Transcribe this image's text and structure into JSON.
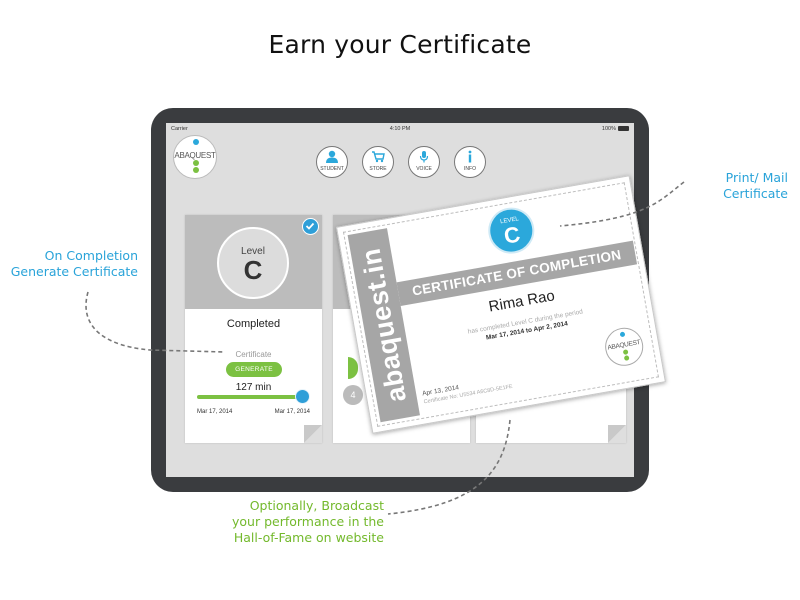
{
  "page": {
    "title": "Earn your Certificate"
  },
  "status_bar": {
    "carrier": "Carrier",
    "time": "4:10 PM",
    "battery": "100%"
  },
  "logo": {
    "text": "ABAQUEST"
  },
  "nav": [
    {
      "label": "STUDENT",
      "icon": "student-icon"
    },
    {
      "label": "STORE",
      "icon": "cart-icon"
    },
    {
      "label": "VOICE",
      "icon": "microphone-icon"
    },
    {
      "label": "INFO",
      "icon": "info-icon"
    }
  ],
  "level_card": {
    "level_label": "Level",
    "level_letter": "C",
    "status": "Completed",
    "certificate_label": "Certificate",
    "generate_label": "GENERATE",
    "minutes": "127 min",
    "start_date": "Mar 17, 2014",
    "end_date": "Mar 17, 2014",
    "progress": 1.0
  },
  "second_card": {
    "circle_text": "4"
  },
  "certificate": {
    "badge_label": "LEVEL",
    "badge_letter": "C",
    "title": "CERTIFICATE OF COMPLETION",
    "brand": "abaquest.in",
    "name": "Rima Rao",
    "description": "has completed Level C during the period",
    "period": "Mar 17, 2014 to Apr 2, 2014",
    "date": "Apr 13, 2014",
    "number": "Certificate No: U5534 A6C8D-5E1FE",
    "logo_text": "ABAQUEST"
  },
  "annotations": {
    "left_line1": "On Completion",
    "left_line2": "Generate Certificate",
    "right_line1": "Print/ Mail",
    "right_line2": "Certificate",
    "bottom_line1": "Optionally, Broadcast",
    "bottom_line2": "your performance in the",
    "bottom_line3": "Hall-of-Fame on website"
  },
  "colors": {
    "accent_blue": "#2ba8db",
    "accent_green": "#7cc142",
    "tablet_frame": "#3a3c3f",
    "screen_bg": "#dedede",
    "card_header": "#bcbcbc"
  }
}
